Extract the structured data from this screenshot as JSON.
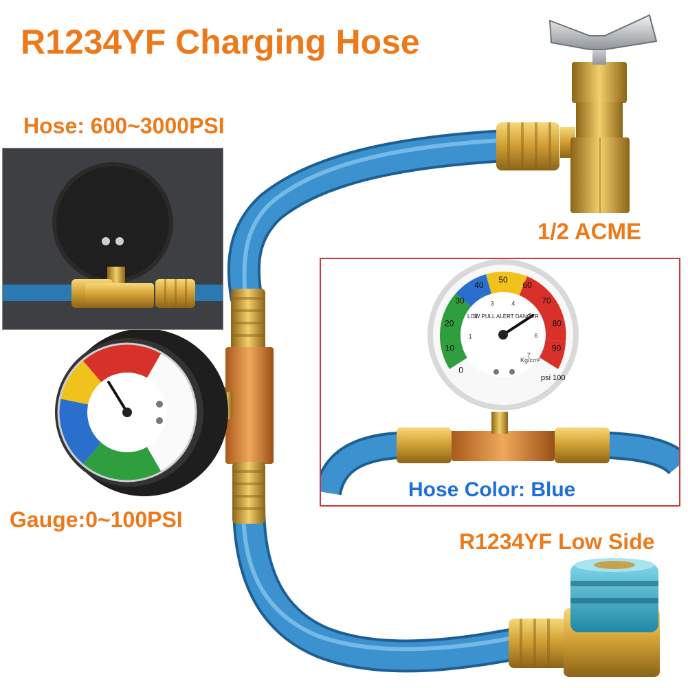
{
  "texts": {
    "title": "R1234YF Charging Hose",
    "hose_rating": "Hose: 600~3000PSI",
    "acme": "1/2 ACME",
    "gauge_range": "Gauge:0~100PSI",
    "hose_color": "Hose Color: Blue",
    "low_side": "R1234YF Low Side"
  },
  "gauge": {
    "psi_ticks": [
      "0",
      "10",
      "20",
      "30",
      "40",
      "50",
      "60",
      "70",
      "80",
      "90"
    ],
    "end_label": "psi 100",
    "inner_arc_text": "LOW PULL ALERT DANGER",
    "unit_label": "Kg/cm²",
    "kg_ticks": [
      "1",
      "2",
      "3",
      "4",
      "5",
      "6",
      "7"
    ]
  },
  "colors": {
    "label_orange": "#ec7a1c",
    "label_blue": "#1f6fd8",
    "hose_blue": "#3b92cf",
    "brass": "#d4a236",
    "zone_green": "#2e9e3e",
    "zone_blue": "#2a6fcc",
    "zone_yellow": "#f1c21b",
    "zone_red": "#d8312a"
  }
}
